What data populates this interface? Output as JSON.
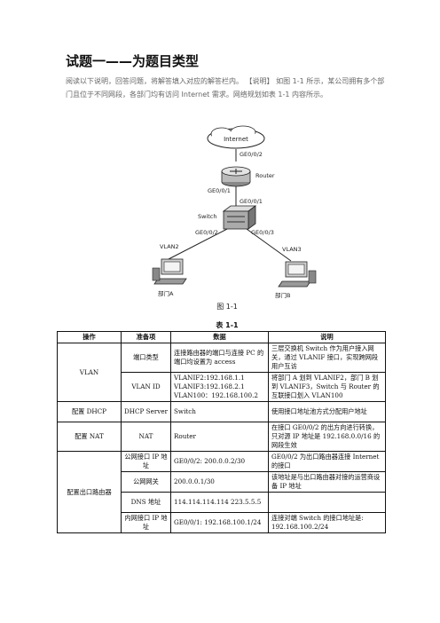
{
  "heading": "试题一——为题目类型",
  "intro": "阅读以下说明，回答问题，将解答填入对应的解答栏内。 【说明】 如图 1-1 所示，某公司拥有多个部门且位于不同网段，各部门均有访问 Internet 需求。网络规划如表 1-1 内容所示。",
  "diagram": {
    "internet": "Internet",
    "router_port_top": "GE0/0/2",
    "router": "Router",
    "router_port_bottom": "GE0/0/1",
    "switch_port_top": "GE0/0/1",
    "switch": "Switch",
    "switch_port_left": "GE0/0/2",
    "switch_port_right": "GE0/0/3",
    "vlan2": "VLAN2",
    "vlan3": "VLAN3",
    "dept_a": "部门A",
    "dept_b": "部门B",
    "caption": "图 1-1"
  },
  "table": {
    "caption": "表 1-1",
    "headers": [
      "操作",
      "准备项",
      "数据",
      "说明"
    ],
    "vlan": {
      "op": "VLAN",
      "r1": {
        "item": "端口类型",
        "data": "连接路由器的端口与连接 PC 的端口均设置为 access",
        "note": "三层交换机 Switch 作为用户接入网关，通过 VLANIF 接口，实现跨网段用户互访"
      },
      "r2": {
        "item": "VLAN ID",
        "data": "VLANIF2:192.168.1.1 VLANIF3:192.168.2.1 VLAN100：192.168.100.2",
        "note": "将部门 A 划到 VLANIF2，部门 B 划到 VLANIF3，Switch 与 Router 的互联接口划入 VLAN100"
      }
    },
    "dhcp": {
      "op": "配置 DHCP",
      "item": "DHCP Server",
      "data": "Switch",
      "note": "使用接口地址池方式分配用户地址"
    },
    "nat": {
      "op": "配置 NAT",
      "item": "NAT",
      "data": "Router",
      "note": "在接口 GE0/0/2 的出方向进行转换，只对源 IP 地址是 192.168.0.0/16 的网段生效"
    },
    "router": {
      "op": "配置出口路由器",
      "r1": {
        "item": "公网接口 IP 地址",
        "data": "GE0/0/2: 200.0.0.2/30",
        "note": "GE0/0/2 为出口路由器连接 Internet 的接口"
      },
      "r2": {
        "item": "公网网关",
        "data": "200.0.0.1/30",
        "note": "该地址是与出口路由器对接的运营商设备 IP 地址"
      },
      "r3": {
        "item": "DNS 地址",
        "data": "114.114.114.114 223.5.5.5",
        "note": ""
      },
      "r4": {
        "item": "内网接口 IP 地址",
        "data": "GE0/0/1: 192.168.100.1/24",
        "note": "连接对端 Switch 的接口地址是: 192.168.100.2/24"
      }
    }
  }
}
